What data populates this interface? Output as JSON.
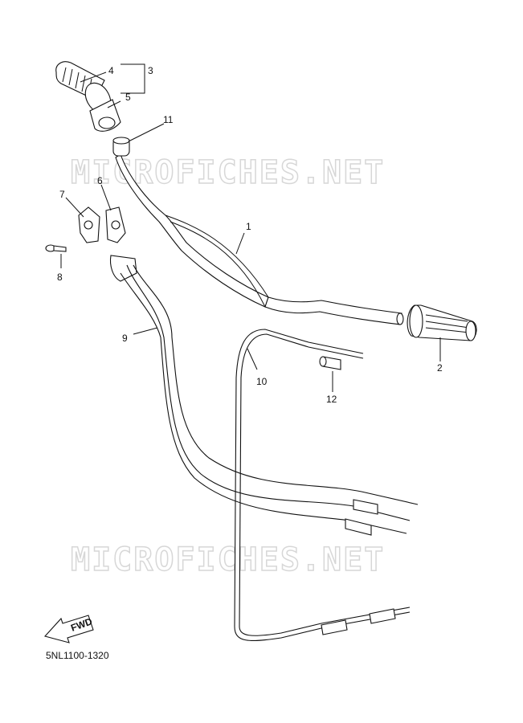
{
  "watermark": "MICROFICHES.NET",
  "part_code": "5NL1100-1320",
  "fwd_label": "FWD",
  "callouts": [
    {
      "id": "1",
      "label": "1"
    },
    {
      "id": "2",
      "label": "2"
    },
    {
      "id": "3",
      "label": "3"
    },
    {
      "id": "4",
      "label": "4"
    },
    {
      "id": "5",
      "label": "5"
    },
    {
      "id": "6",
      "label": "6"
    },
    {
      "id": "7",
      "label": "7"
    },
    {
      "id": "8",
      "label": "8"
    },
    {
      "id": "9",
      "label": "9"
    },
    {
      "id": "10",
      "label": "10"
    },
    {
      "id": "11",
      "label": "11"
    },
    {
      "id": "12",
      "label": "12"
    }
  ]
}
